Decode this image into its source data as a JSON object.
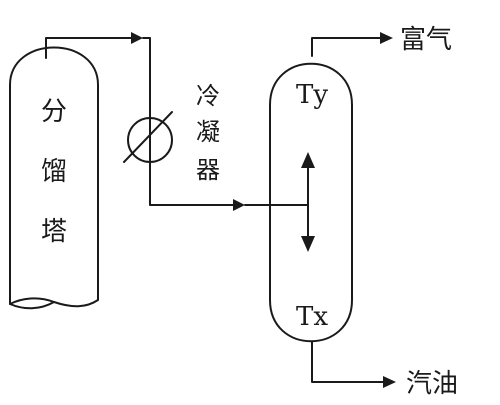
{
  "tower": {
    "label_lines": [
      "分",
      "馏",
      "塔"
    ]
  },
  "condenser": {
    "label_lines": [
      "冷",
      "凝",
      "器"
    ]
  },
  "separator": {
    "top_marker": "Ty",
    "bottom_marker": "Tx"
  },
  "outlets": {
    "top": "富气",
    "bottom": "汽油"
  }
}
